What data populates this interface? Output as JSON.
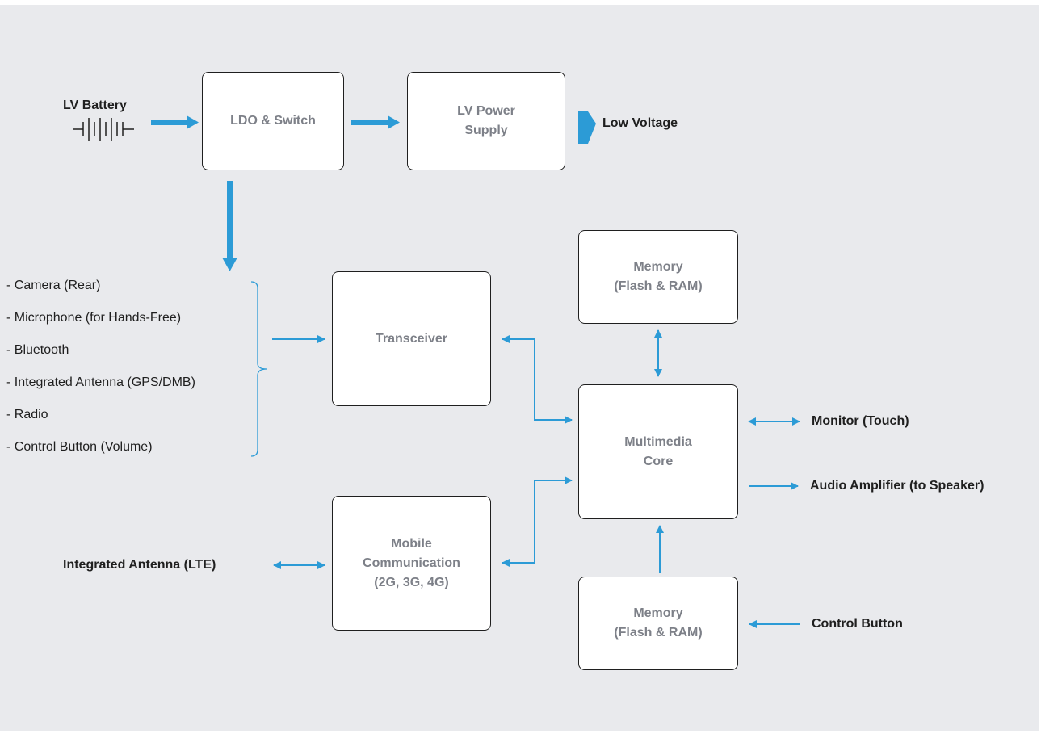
{
  "colors": {
    "background": "#e9eaed",
    "arrow": "#2c9bd6",
    "box_text": "#7d8088",
    "label_text": "#1f1f1f"
  },
  "power": {
    "battery_label": "LV Battery",
    "battery_icon": "battery-icon",
    "ldo_switch": "LDO & Switch",
    "lv_power_supply": "LV Power\nSupply",
    "low_voltage": "Low Voltage"
  },
  "peripherals": {
    "items": [
      "- Camera (Rear)",
      "- Microphone (for Hands-Free)",
      "- Bluetooth",
      "- Integrated Antenna (GPS/DMB)",
      "- Radio",
      "- Control Button (Volume)"
    ]
  },
  "blocks": {
    "transceiver": "Transceiver",
    "memory_top": "Memory\n(Flash & RAM)",
    "multimedia_core": "Multimedia\nCore",
    "mobile_comm": "Mobile\nCommunication\n(2G, 3G, 4G)",
    "memory_bottom": "Memory\n(Flash & RAM)"
  },
  "external": {
    "monitor": "Monitor (Touch)",
    "audio_amp": "Audio Amplifier (to Speaker)",
    "antenna_lte": "Integrated Antenna (LTE)",
    "control_button": "Control Button"
  }
}
